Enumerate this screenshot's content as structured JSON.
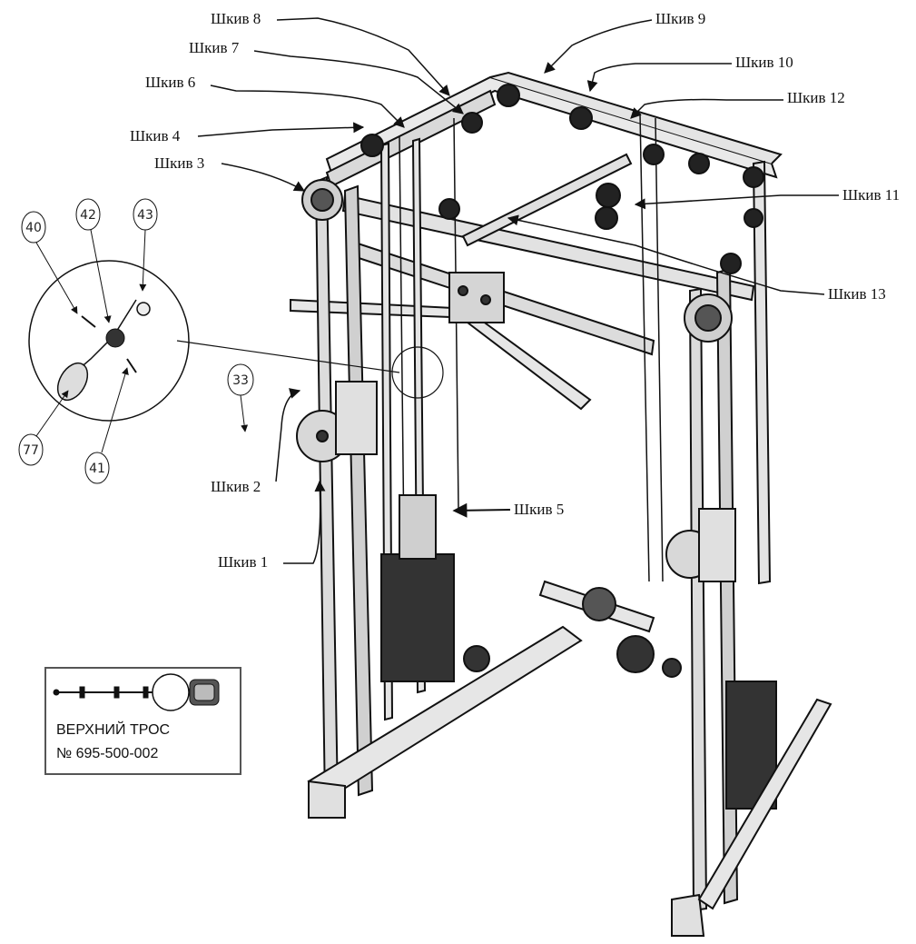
{
  "pulleys": {
    "p8": "Шкив 8",
    "p9": "Шкив 9",
    "p7": "Шкив 7",
    "p10": "Шкив 10",
    "p6": "Шкив 6",
    "p12": "Шкив 12",
    "p4": "Шкив 4",
    "p3": "Шкив 3",
    "p11": "Шкив 11",
    "p13": "Шкив 13",
    "p2": "Шкив 2",
    "p5": "Шкив 5",
    "p1": "Шкив 1"
  },
  "parts": {
    "n40": "40",
    "n42": "42",
    "n43": "43",
    "n77": "77",
    "n41": "41",
    "n33": "33"
  },
  "cable_box": {
    "title": "ВЕРХНИЙ ТРОС",
    "number": "№ 695-500-002"
  }
}
